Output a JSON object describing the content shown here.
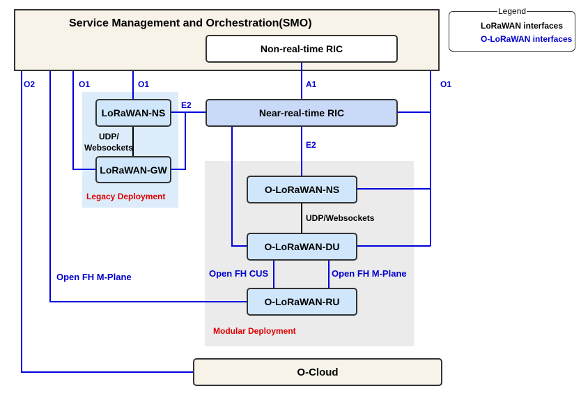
{
  "smo": {
    "title": "Service Management and Orchestration(SMO)"
  },
  "nodes": {
    "non_rt_ric": "Non-real-time RIC",
    "near_rt_ric": "Near-real-time RIC",
    "lorawan_ns": "LoRaWAN-NS",
    "lorawan_gw": "LoRaWAN-GW",
    "o_lorawan_ns": "O-LoRaWAN-NS",
    "o_lorawan_du": "O-LoRaWAN-DU",
    "o_lorawan_ru": "O-LoRaWAN-RU",
    "o_cloud": "O-Cloud"
  },
  "regions": {
    "legacy": "Legacy Deployment",
    "modular": "Modular Deployment"
  },
  "interfaces": {
    "o2": "O2",
    "o1_left": "O1",
    "o1_mid": "O1",
    "o1_right": "O1",
    "a1": "A1",
    "e2_legacy": "E2",
    "e2_modular": "E2",
    "udp_legacy_line1": "UDP/",
    "udp_legacy_line2": "Websockets",
    "udp_modular": "UDP/Websockets",
    "open_fh_mplane_left": "Open FH M-Plane",
    "open_fh_cus": "Open FH CUS",
    "open_fh_mplane_right": "Open FH M-Plane"
  },
  "legend": {
    "title": "Legend",
    "lorawan": "LoRaWAN interfaces",
    "o_lorawan": "O-LoRaWAN interfaces"
  },
  "colors": {
    "blue_line": "#0000dd",
    "black_line": "#000000",
    "node_fill": "#cfe6fb",
    "ric_fill": "#c9d9f8",
    "smo_fill": "#f7f3e9",
    "legacy_bg": "#dcecfa",
    "modular_bg": "#ebebeb",
    "label_red": "#dd0000"
  }
}
